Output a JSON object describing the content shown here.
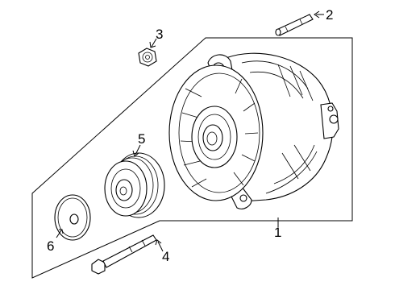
{
  "callouts": {
    "alternator_assembly": "1",
    "stud": "2",
    "nut": "3",
    "bolt": "4",
    "pulley": "5",
    "cover": "6"
  }
}
